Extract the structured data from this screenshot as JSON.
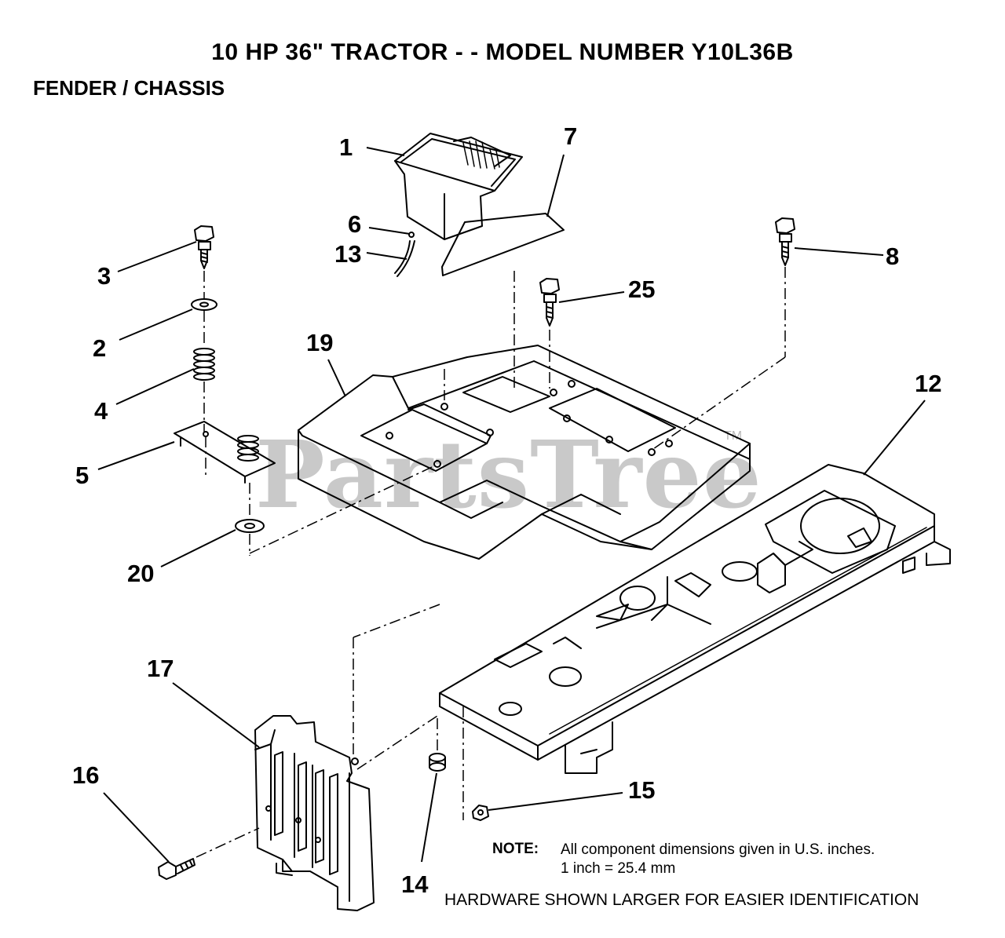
{
  "header": {
    "title": "10 HP 36\" TRACTOR - - MODEL NUMBER Y10L36B",
    "subtitle": "FENDER / CHASSIS"
  },
  "watermark": {
    "text": "PartsTree",
    "tm": "TM"
  },
  "callouts": {
    "c1": "1",
    "c2": "2",
    "c3": "3",
    "c4": "4",
    "c5": "5",
    "c6": "6",
    "c7": "7",
    "c8": "8",
    "c12": "12",
    "c13": "13",
    "c14": "14",
    "c15": "15",
    "c16": "16",
    "c17": "17",
    "c19": "19",
    "c20": "20",
    "c25": "25"
  },
  "note": {
    "label": "NOTE:",
    "line1": "All component dimensions given in U.S. inches.",
    "line2": "1 inch = 25.4 mm"
  },
  "footer": "HARDWARE SHOWN LARGER FOR EASIER IDENTIFICATION"
}
